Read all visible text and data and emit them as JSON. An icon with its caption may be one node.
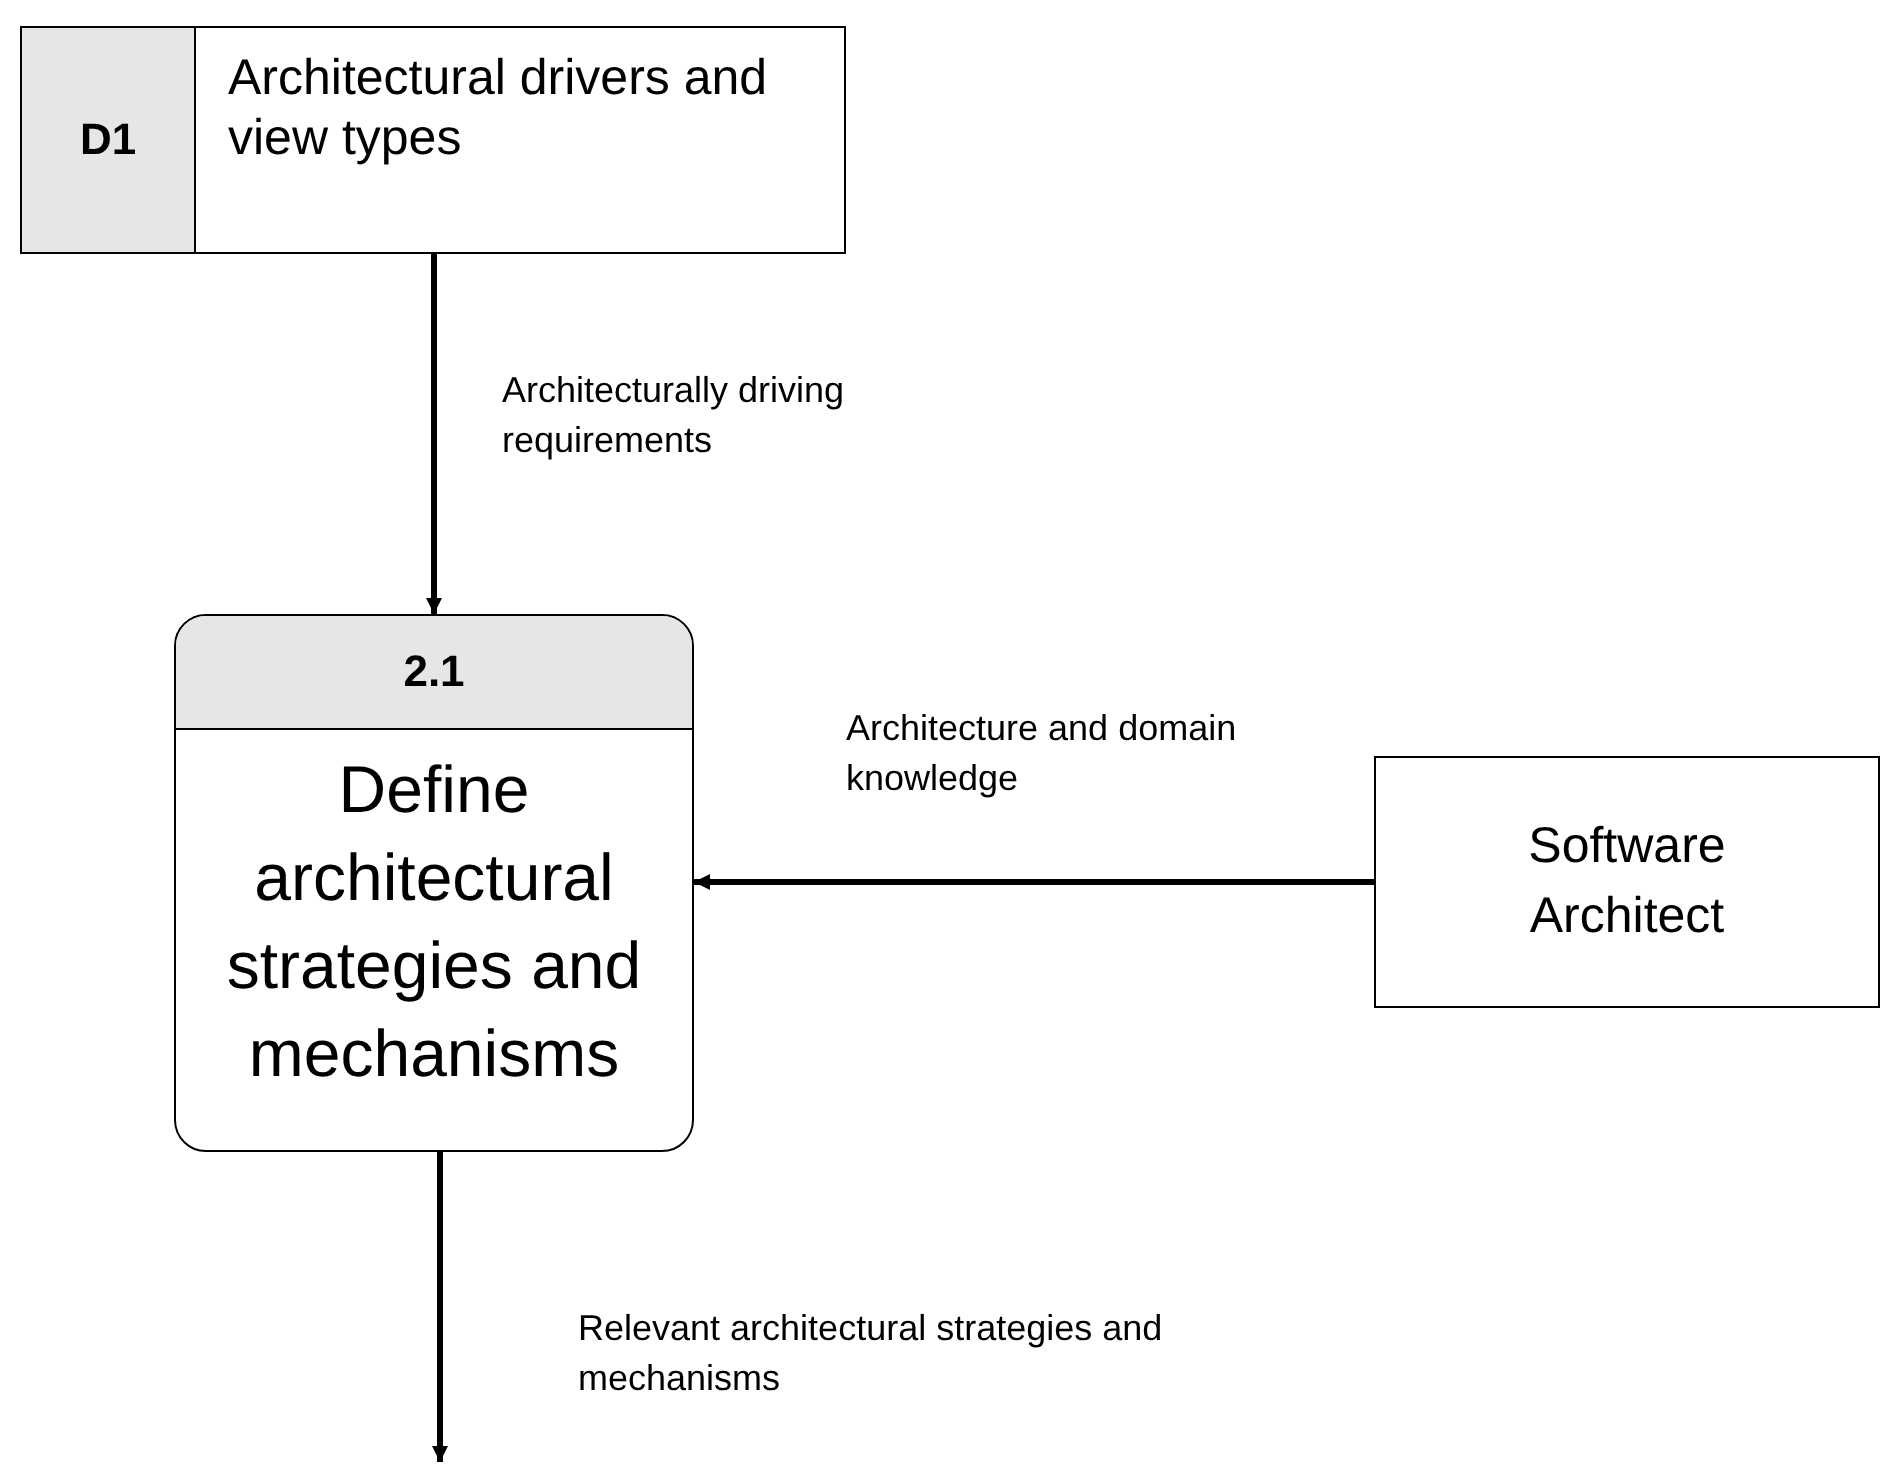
{
  "diagram": {
    "nodes": [
      {
        "text": [
          "D1",
          "Architectural drivers and view types"
        ]
      },
      {
        "text": [
          "2.1",
          "Define architectural strategies and mechanisms"
        ]
      },
      {
        "text": [
          "Software Architect"
        ]
      }
    ],
    "edges": [
      {
        "from": 0,
        "to": 1,
        "arrow": "to",
        "label": "Architecturally driving requirements"
      },
      {
        "from": 2,
        "to": 1,
        "arrow": "to",
        "label": "Architecture and domain knowledge"
      },
      {
        "from": 1,
        "to": null,
        "arrow": "to",
        "label": "Relevant architectural strategies and mechanisms"
      }
    ]
  }
}
